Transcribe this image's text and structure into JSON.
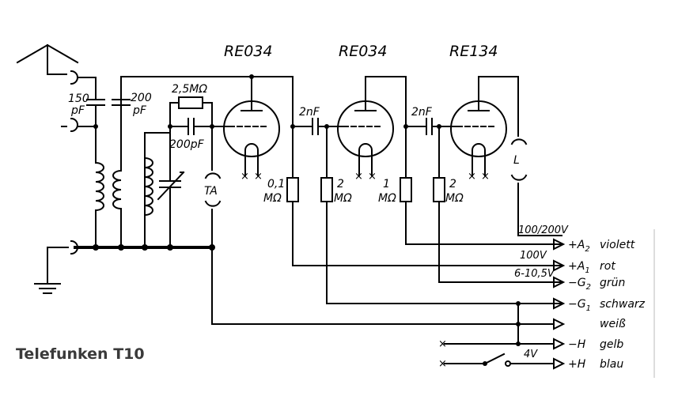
{
  "caption": "Telefunken T10",
  "tubes": [
    "RE034",
    "RE034",
    "RE134"
  ],
  "components": {
    "c_antenna": [
      "150",
      "pF"
    ],
    "c_200": [
      "200",
      "pF"
    ],
    "r_grid": "2,5MΩ",
    "c_grid": "200pF",
    "c_coupling": [
      "2nF",
      "2nF"
    ],
    "r_load": [
      [
        "0,1",
        "MΩ"
      ],
      [
        "2",
        "MΩ"
      ],
      [
        "1",
        "MΩ"
      ],
      [
        "2",
        "MΩ"
      ]
    ],
    "pickup": "TA",
    "speaker": "L"
  },
  "voltages": [
    "100/200V",
    "100V",
    "6-10,5V",
    "4V"
  ],
  "terminals": [
    {
      "sign": "+A",
      "sub": "2",
      "color": "violett"
    },
    {
      "sign": "+A",
      "sub": "1",
      "color": "rot"
    },
    {
      "sign": "−G",
      "sub": "2",
      "color": "grün"
    },
    {
      "sign": "−G",
      "sub": "1",
      "color": "schwarz"
    },
    {
      "sign": "",
      "sub": "",
      "color": "weiß"
    },
    {
      "sign": "−H",
      "sub": "",
      "color": "gelb"
    },
    {
      "sign": "+H",
      "sub": "",
      "color": "blau"
    }
  ]
}
